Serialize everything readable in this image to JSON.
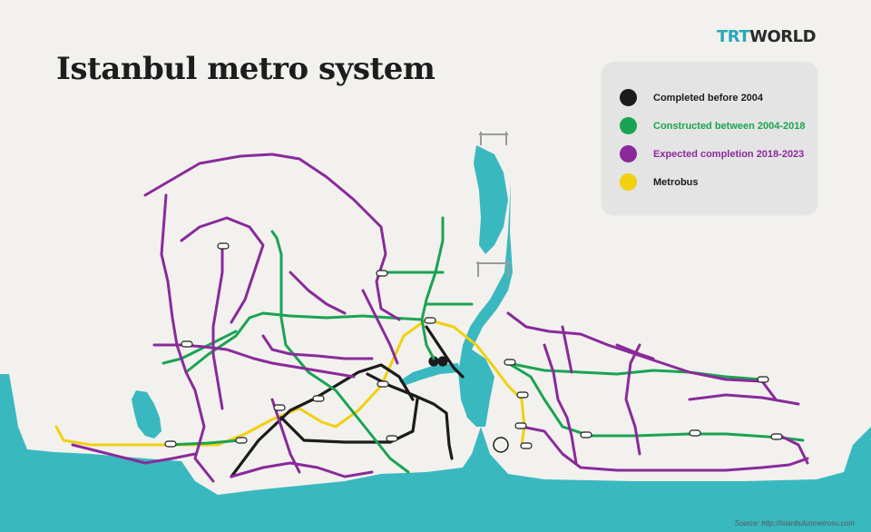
{
  "header": {
    "title": "Istanbul metro system",
    "brand_part1": "TRT",
    "brand_part2": "WORLD"
  },
  "legend": {
    "items": [
      {
        "label": "Completed before 2004",
        "color": "#1b1b1b",
        "label_color": "#1b1b1b"
      },
      {
        "label": "Constructed between 2004-2018",
        "color": "#1aa352",
        "label_color": "#1aa352"
      },
      {
        "label": "Expected completion 2018-2023",
        "color": "#8a2a9a",
        "label_color": "#8a2a9a"
      },
      {
        "label": "Metrobus",
        "color": "#f1d00f",
        "label_color": "#1b1b1b"
      }
    ]
  },
  "colors": {
    "water": "#3ab8bf",
    "land": "#f2f1ee",
    "completed_before_2004": "#1b1b1b",
    "constructed_2004_2018": "#1aa352",
    "expected_2018_2023": "#8a2a9a",
    "metrobus": "#f1d00f"
  },
  "footer": {
    "source": "Source: http://istanbulunmetrosu.com"
  }
}
